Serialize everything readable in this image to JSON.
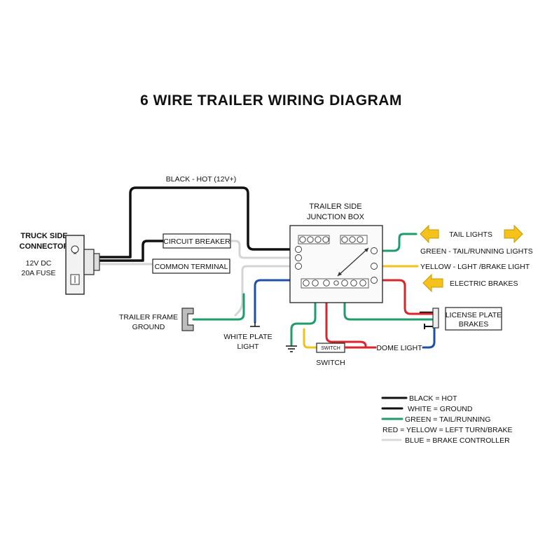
{
  "title": "6 WIRE TRAILER WIRING DIAGRAM",
  "truck_connector": {
    "label_line1": "TRUCK SIDE",
    "label_line2": "CONNECTOR",
    "rating_line1": "12V DC",
    "rating_line2": "20A FUSE"
  },
  "wires": {
    "black_hot": "BLACK - HOT (12V+)"
  },
  "boxes": {
    "circuit_breaker": "CIRCUIT BREAKER",
    "common_terminal": "COMMON TERMINAL",
    "switch_small": "SWITCH",
    "license_plate_line1": "LICENSE PLATE",
    "license_plate_line2": "BRAKES"
  },
  "junction_box": {
    "label_line1": "TRAILER SIDE",
    "label_line2": "JUNCTION BOX"
  },
  "labels": {
    "tail_lights": "TAIL LIGHTS",
    "green_tail": "GREEN - TAIL/RUNNING LIGHTS",
    "yellow_light": "YELLOW - LGHT /BRAKE LIGHT",
    "electric_brakes": "ELECTRIC BRAKES",
    "frame_ground_line1": "TRAILER FRAME",
    "frame_ground_line2": "GROUND",
    "white_plate_line1": "WHITE PLATE",
    "white_plate_line2": "LIGHT",
    "switch": "SWITCH",
    "dome_light": "DOME LIGHT"
  },
  "legend": [
    {
      "text": "BLACK = HOT",
      "color": "#111111"
    },
    {
      "text": "WHITE = GROUND",
      "color": "#111111"
    },
    {
      "text": "GREEN = TAIL/RUNNING",
      "color": "#1e9c6b"
    },
    {
      "text": "RED = YELLOW = LEFT TURN/BRAKE",
      "color": "#111111"
    },
    {
      "text": "BLUE = BRAKE CONTROLLER",
      "color": "#d9d9d9"
    }
  ],
  "colors": {
    "black": "#111111",
    "white_wire": "#d4d4d4",
    "green": "#1e9c6b",
    "yellow": "#f2c21b",
    "red": "#d9262b",
    "blue": "#1f4fa8",
    "arrow": "#f4c21b"
  }
}
